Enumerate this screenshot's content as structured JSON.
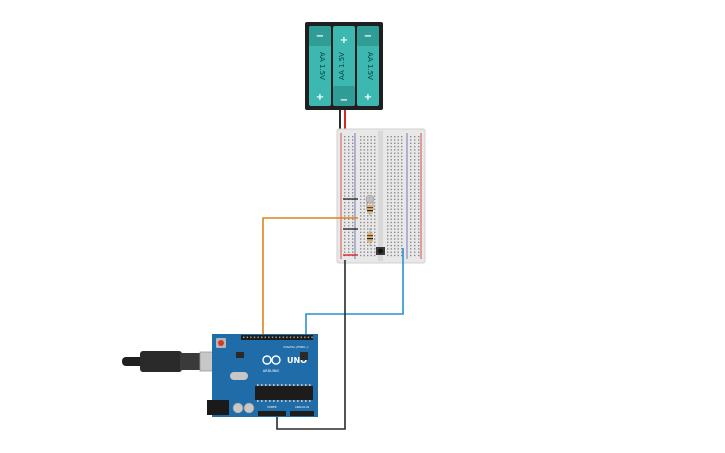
{
  "battery_pack": {
    "cells": [
      {
        "label": "AA 1.5V",
        "top_sign": "−",
        "bottom_sign": "+"
      },
      {
        "label": "AA 1.5V",
        "top_sign": "+",
        "bottom_sign": "−"
      },
      {
        "label": "AA 1.5V",
        "top_sign": "−",
        "bottom_sign": "+"
      }
    ]
  },
  "arduino": {
    "model": "UNO",
    "brand": "ARDUINO",
    "header_label": "DIGITAL (PWM~)",
    "power_label": "POWER",
    "analog_label": "ANALOG IN"
  },
  "colors": {
    "battery_body": "#1f1f1f",
    "battery_cell": "#3cb8b0",
    "breadboard": "#e8e8e8",
    "arduino_board": "#1f6ca8",
    "wire_orange": "#e0821c",
    "wire_blue": "#2a8fd0",
    "wire_black": "#2a2a2a",
    "wire_red": "#d22a2a"
  }
}
